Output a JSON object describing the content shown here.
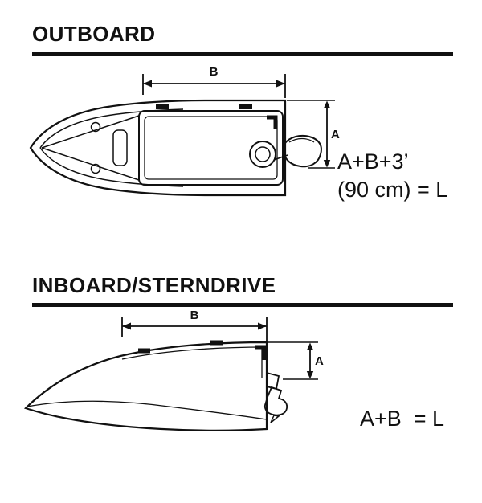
{
  "style": {
    "ink": "#111111",
    "background": "#ffffff"
  },
  "outboard": {
    "title": "OUTBOARD",
    "dim_b": "B",
    "dim_a": "A",
    "formula_line1": "A+B+3’",
    "formula_line2": "(90 cm) = L"
  },
  "inboard": {
    "title": "INBOARD/STERNDRIVE",
    "dim_b": "B",
    "dim_a": "A",
    "formula": "A+B  = L"
  }
}
